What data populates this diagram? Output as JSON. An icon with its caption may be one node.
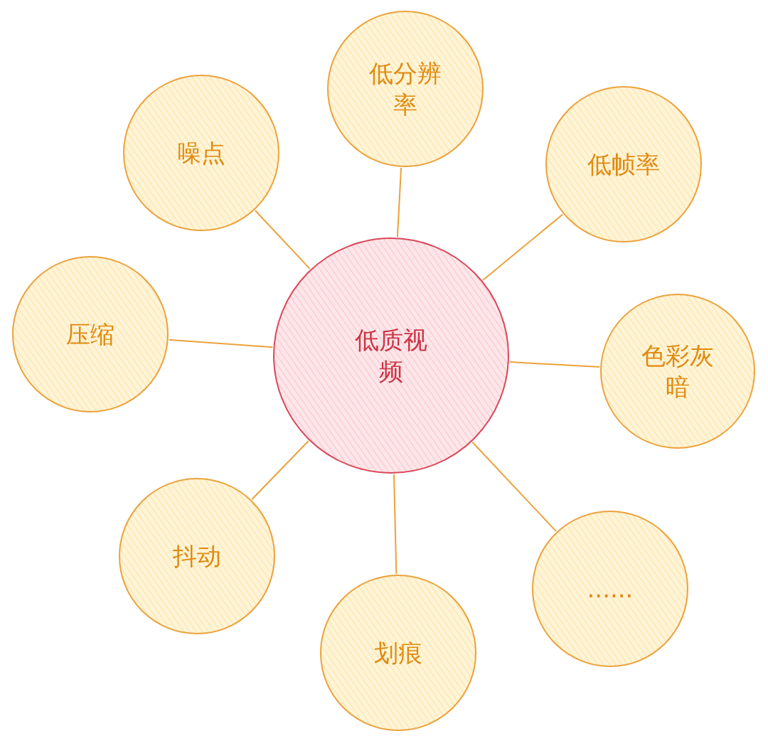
{
  "diagram": {
    "nodes": [
      {
        "text": [
          "低质视频"
        ]
      },
      {
        "text": [
          "低分辨率"
        ]
      },
      {
        "text": [
          "低帧率"
        ]
      },
      {
        "text": [
          "色彩灰暗"
        ]
      },
      {
        "text": [
          "......"
        ]
      },
      {
        "text": [
          "划痕"
        ]
      },
      {
        "text": [
          "抖动"
        ]
      },
      {
        "text": [
          "压缩"
        ]
      },
      {
        "text": [
          "噪点"
        ]
      }
    ],
    "edges": [
      {
        "from": 0,
        "to": 1,
        "arrow": "none"
      },
      {
        "from": 0,
        "to": 2,
        "arrow": "none"
      },
      {
        "from": 0,
        "to": 3,
        "arrow": "none"
      },
      {
        "from": 0,
        "to": 4,
        "arrow": "none"
      },
      {
        "from": 0,
        "to": 5,
        "arrow": "none"
      },
      {
        "from": 0,
        "to": 6,
        "arrow": "none"
      },
      {
        "from": 0,
        "to": 7,
        "arrow": "none"
      },
      {
        "from": 0,
        "to": 8,
        "arrow": "none"
      }
    ]
  }
}
